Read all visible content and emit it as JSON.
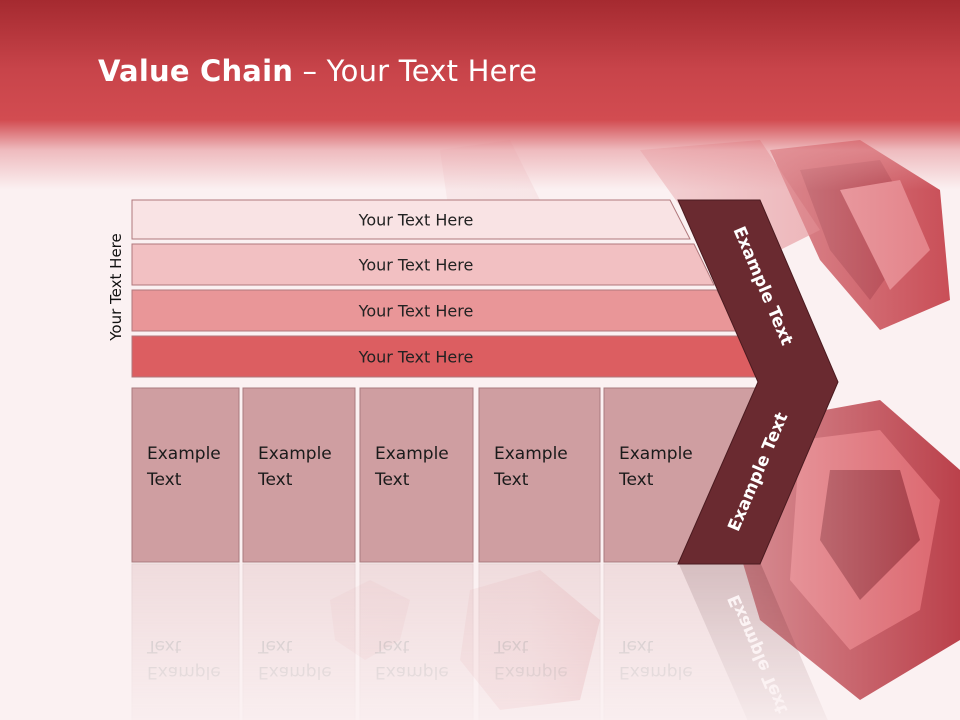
{
  "title": {
    "bold": "Value Chain",
    "rest": " – Your Text Here"
  },
  "side_label": "Your Text Here",
  "rows": [
    {
      "label": "Your Text Here",
      "color": "#f9e3e4"
    },
    {
      "label": "Your Text Here",
      "color": "#f2c0c2"
    },
    {
      "label": "Your Text Here",
      "color": "#e99698"
    },
    {
      "label": "Your Text Here",
      "color": "#dc5e61"
    }
  ],
  "columns": [
    {
      "line1": "Example",
      "line2": "Text"
    },
    {
      "line1": "Example",
      "line2": "Text"
    },
    {
      "line1": "Example",
      "line2": "Text"
    },
    {
      "line1": "Example",
      "line2": "Text"
    },
    {
      "line1": "Example",
      "line2": "Text"
    }
  ],
  "chevron": {
    "top_text": "Example Text",
    "bottom_text": "Example Text",
    "color": "#6a2a30"
  },
  "colors": {
    "box_fill": "#cf9ea1",
    "box_stroke": "#a97b7e"
  }
}
